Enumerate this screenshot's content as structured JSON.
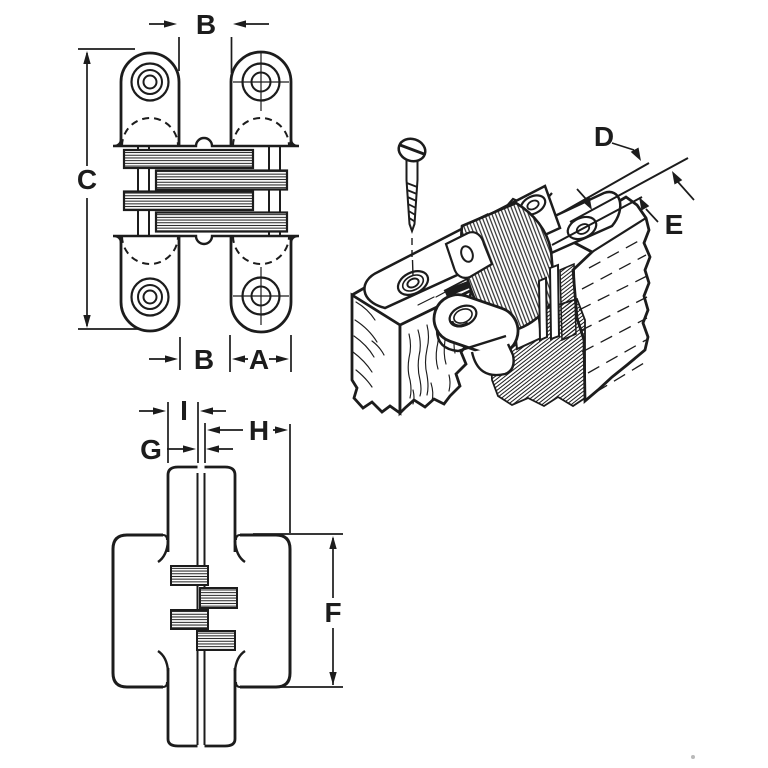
{
  "figure_title": "concealed-invisible-hinge-dimension-diagram",
  "colors": {
    "ink": "#1c1c1c",
    "paper": "#ffffff"
  },
  "labels": {
    "front_view": {
      "top_gap": "B",
      "overall_length": "C",
      "bottom_gap": "B",
      "leaf_width": "A"
    },
    "installed_view": {
      "leaf_thickness": "D",
      "edge_gap": "E"
    },
    "edge_view": {
      "leaf_pair_width": "I",
      "center_offset": "H",
      "leaf_gap": "G",
      "body_height": "F"
    }
  }
}
